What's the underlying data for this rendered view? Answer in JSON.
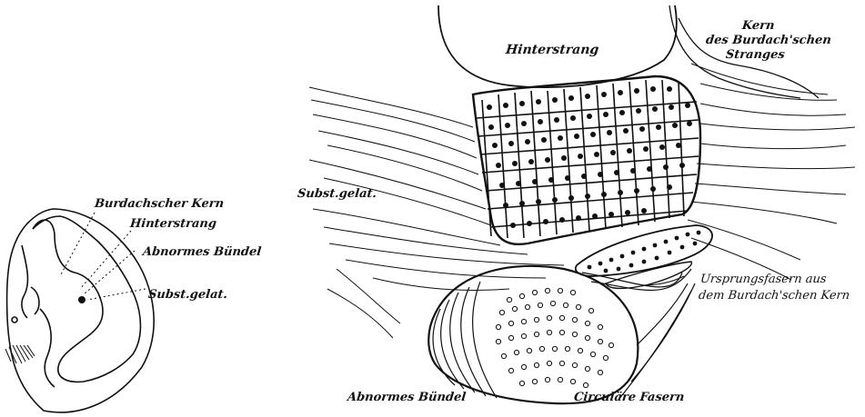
{
  "figure": {
    "ink_color": "#111111",
    "background": "#ffffff",
    "small_section_labels": [
      "Burdachscher Kern",
      "Hinterstrang",
      "Abnormes Bündel",
      "Subst.gelat."
    ],
    "detail_labels": {
      "hinterstrang": "Hinterstrang",
      "kern_line1": "Kern",
      "kern_line2": "des Burdach'schen",
      "kern_line3": "Stranges",
      "subst_gelat": "Subst.gelat.",
      "ursprung_line1": "Ursprungsfasern aus",
      "ursprung_line2": "dem Burdach'schen Kern",
      "abnormes_buendel": "Abnormes Bündel",
      "circulare_fasern": "Circuläre Fasern"
    }
  }
}
